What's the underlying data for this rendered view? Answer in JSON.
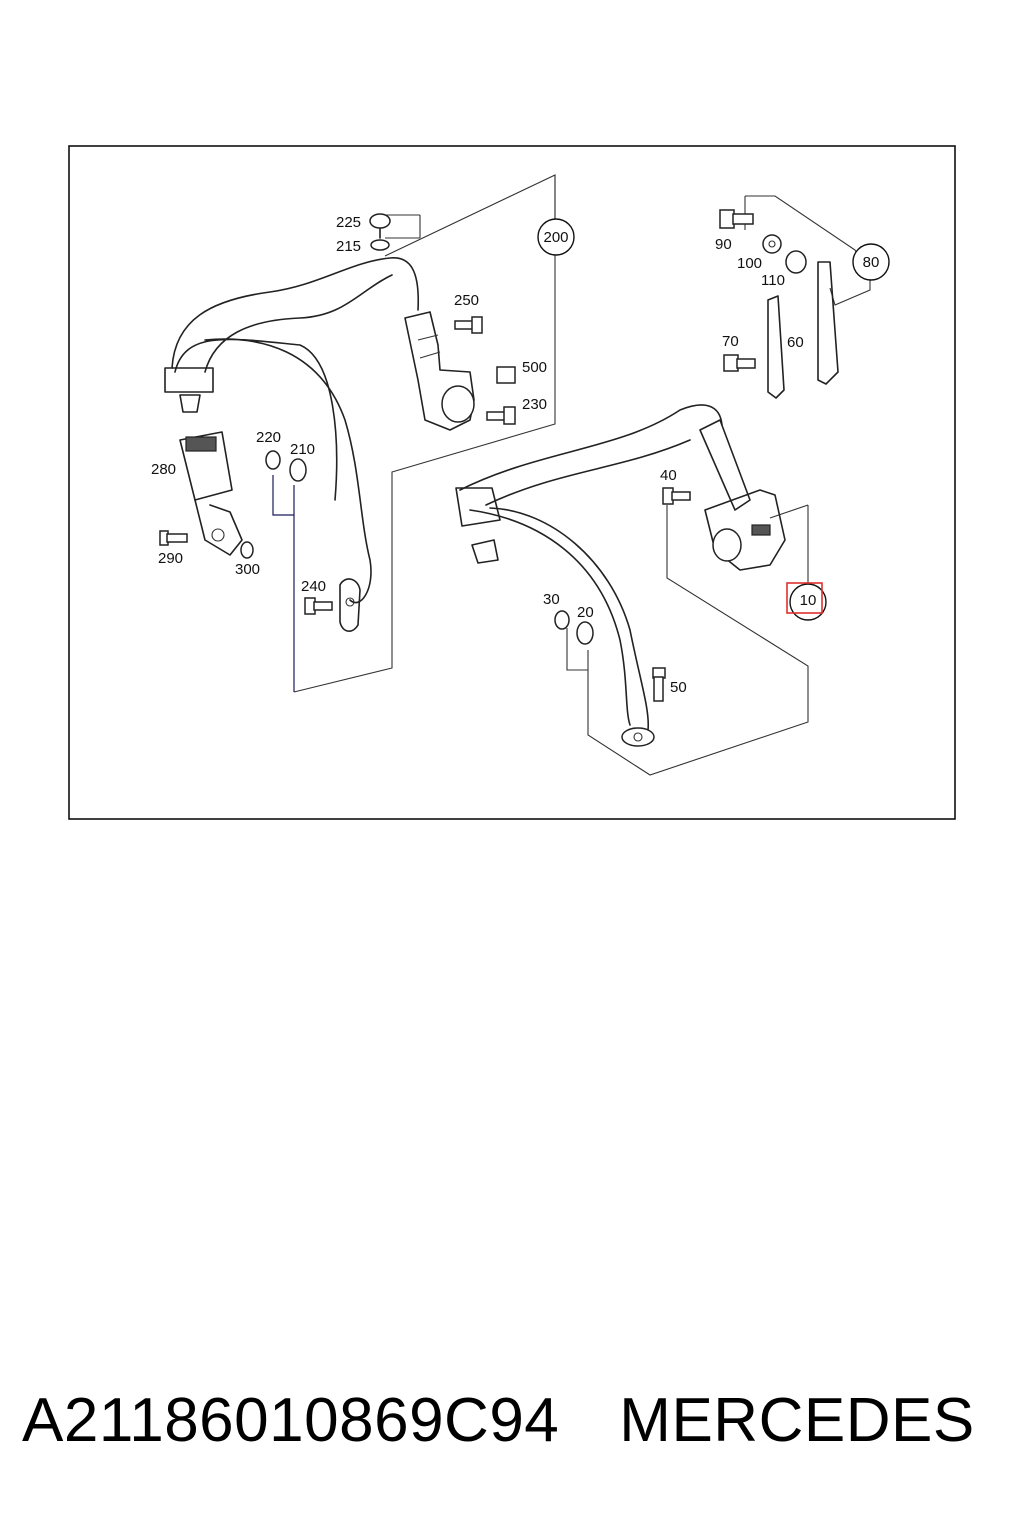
{
  "diagram": {
    "callouts": [
      "200",
      "80",
      "10"
    ],
    "labels": {
      "l225": "225",
      "l215": "215",
      "l250": "250",
      "l500": "500",
      "l230": "230",
      "l220": "220",
      "l210": "210",
      "l280": "280",
      "l290": "290",
      "l300": "300",
      "l240": "240",
      "l90": "90",
      "l100": "100",
      "l110": "110",
      "l70": "70",
      "l60": "60",
      "l40": "40",
      "l30": "30",
      "l20": "20",
      "l50": "50"
    },
    "highlighted_callout": "10",
    "highlight_color": "#e03030"
  },
  "footer": {
    "part_number": "A21186010869C94",
    "brand": "MERCEDES"
  }
}
